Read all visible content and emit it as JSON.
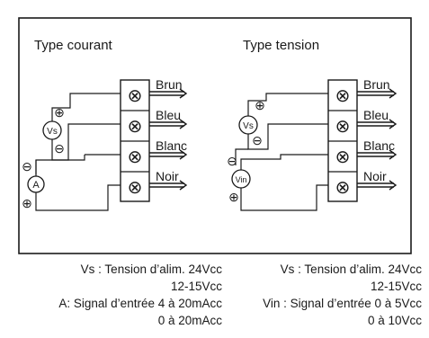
{
  "diagram": {
    "left": {
      "title": "Type courant",
      "wires": [
        "Brun",
        "Bleu",
        "Blanc",
        "Noir"
      ],
      "supply_symbol": "Vs",
      "signal_symbol": "A",
      "plus": "⊕",
      "minus": "⊖",
      "terminal": "⊗"
    },
    "right": {
      "title": "Type tension",
      "wires": [
        "Brun",
        "Bleu",
        "Blanc",
        "Noir"
      ],
      "supply_symbol": "Vs",
      "signal_symbol": "Vin",
      "plus": "⊕",
      "minus": "⊖",
      "terminal": "⊗"
    }
  },
  "captions": {
    "left": [
      "Vs : Tension d’alim. 24Vcc",
      "12-15Vcc",
      "A: Signal d’entrée 4 à 20mAcc",
      "0 à 20mAcc"
    ],
    "right": [
      "Vs : Tension d’alim. 24Vcc",
      "12-15Vcc",
      "Vin : Signal d’entrée 0 à 5Vcc",
      "0 à 10Vcc"
    ]
  }
}
